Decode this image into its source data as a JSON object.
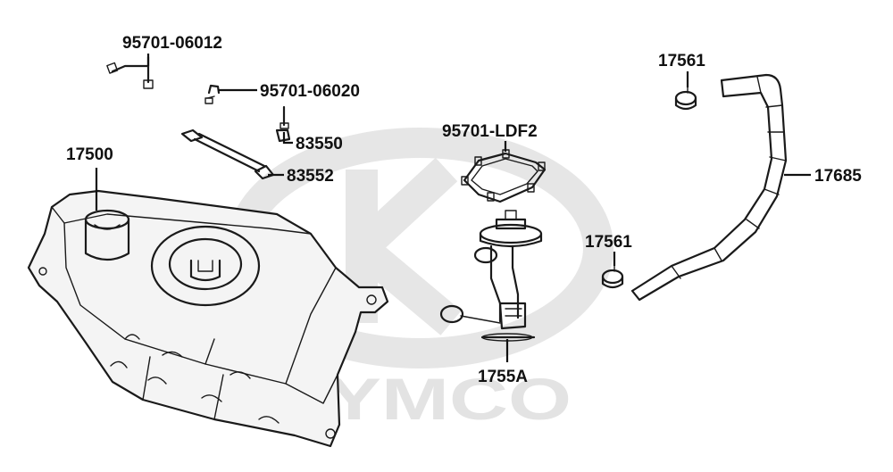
{
  "watermark": {
    "brand": "KYMCO"
  },
  "labels": {
    "bolt_a": "95701-06012",
    "bolt_b": "95701-06020",
    "bracket": "83550",
    "strap": "83552",
    "fuel_tank": "17500",
    "pump_bolts": "95701-LDF2",
    "fuel_pump": "1755A",
    "clamp_top": "17561",
    "clamp_bottom": "17561",
    "hose": "17685"
  }
}
